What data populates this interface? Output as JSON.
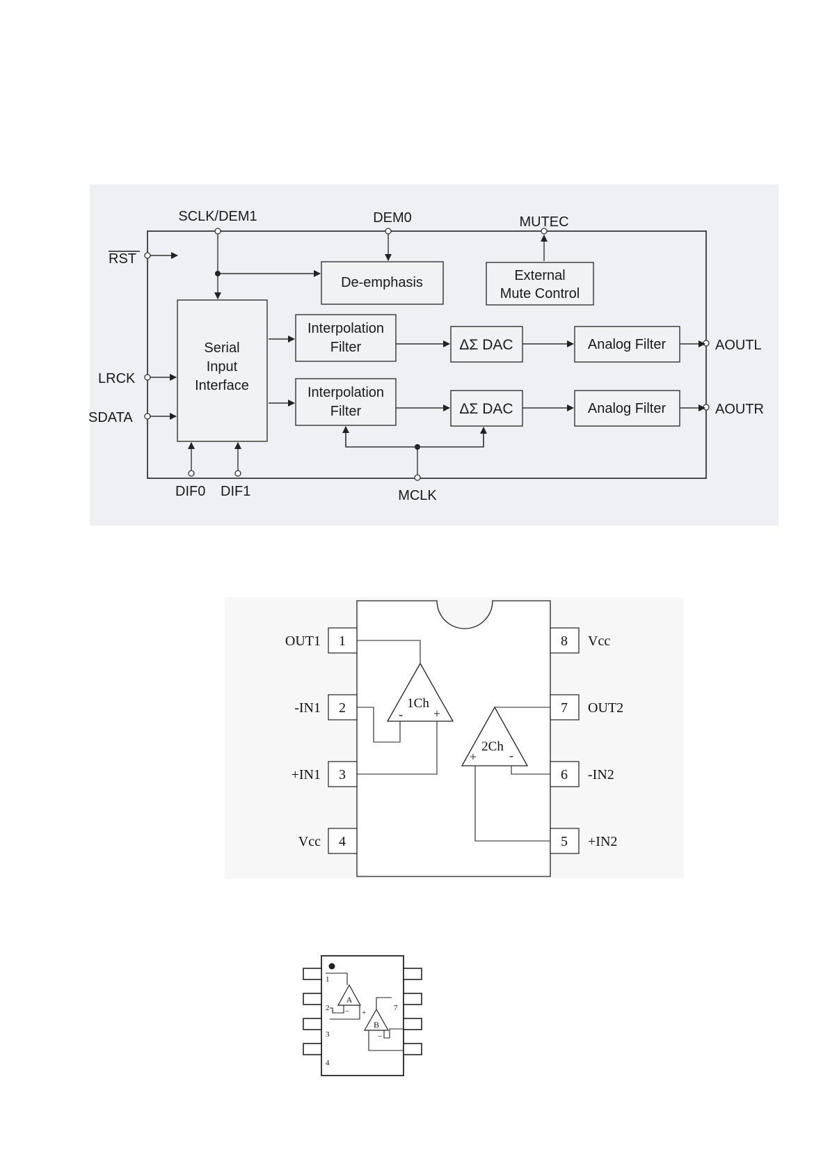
{
  "block_diagram": {
    "pins": {
      "sclk_dem1": "SCLK/DEM1",
      "dem0": "DEM0",
      "mutec": "MUTEC",
      "rst": "RST",
      "lrck": "LRCK",
      "sdata": "SDATA",
      "dif0": "DIF0",
      "dif1": "DIF1",
      "mclk": "MCLK",
      "aoutl": "AOUTL",
      "aoutr": "AOUTR"
    },
    "blocks": {
      "deemphasis": "De-emphasis",
      "ext_mute_1": "External",
      "ext_mute_2": "Mute Control",
      "serial_1": "Serial",
      "serial_2": "Input",
      "serial_3": "Interface",
      "interp_1": "Interpolation",
      "interp_2": "Filter",
      "dac": "ΔΣ DAC",
      "analog_filter": "Analog Filter"
    }
  },
  "dip_pinout": {
    "left_pins": [
      {
        "num": "1",
        "label": "OUT1"
      },
      {
        "num": "2",
        "label": "-IN1"
      },
      {
        "num": "3",
        "label": "+IN1"
      },
      {
        "num": "4",
        "label": "Vcc"
      }
    ],
    "right_pins": [
      {
        "num": "8",
        "label": "Vcc"
      },
      {
        "num": "7",
        "label": "OUT2"
      },
      {
        "num": "6",
        "label": "-IN2"
      },
      {
        "num": "5",
        "label": "+IN2"
      }
    ],
    "amp1": {
      "label": "1Ch",
      "minus": "-",
      "plus": "+"
    },
    "amp2": {
      "label": "2Ch",
      "minus": "-",
      "plus": "+"
    }
  },
  "small_package": {
    "amp_a": "A",
    "amp_b": "B",
    "pin_nums": [
      "1",
      "2",
      "3",
      "4",
      "7"
    ],
    "plus": "+",
    "minus": "−"
  }
}
